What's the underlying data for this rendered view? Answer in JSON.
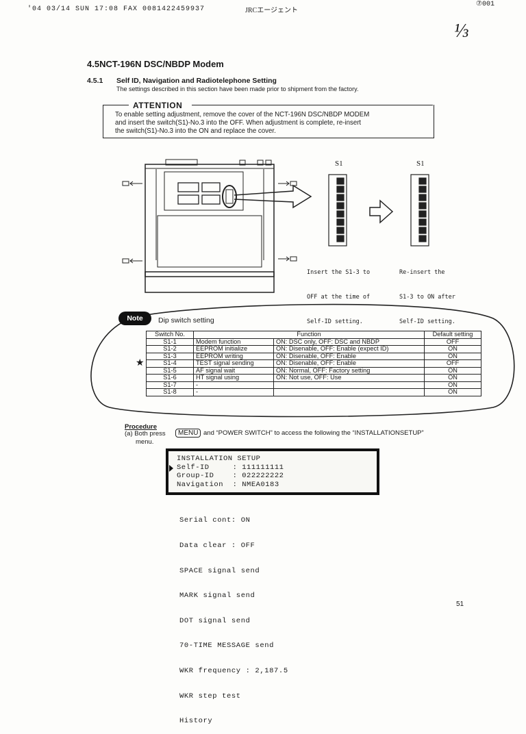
{
  "fax_header": {
    "left": "'04 03/14 SUN 17:08 FAX 0081422459937",
    "middle": "JRCエージェント",
    "right": "⑦001"
  },
  "page_mark": "⅓",
  "section": {
    "title": "4.5NCT-196N DSC/NBDP Modem",
    "sub_number": "4.5.1",
    "sub_title": "Self ID, Navigation and Radiotelephone Setting",
    "intro": "The settings described in this section have been made prior to shipment from the factory."
  },
  "attention": {
    "title": "ATTENTION",
    "lines": [
      "To enable setting adjustment, remove the cover of the NCT-196N DSC/NBDP MODEM",
      "and insert the switch(S1)-No.3 into the OFF. When adjustment is complete, re-insert",
      "the switch(S1)-No.3 into the ON and replace the cover."
    ]
  },
  "diagram": {
    "s1_left": "S1",
    "s1_right": "S1",
    "caption_left": [
      "Insert the S1-3 to",
      "OFF at the time of",
      "Self-ID setting."
    ],
    "caption_right": [
      "Re-insert the",
      "S1-3 to ON after",
      "Self-ID setting."
    ]
  },
  "note": {
    "badge": "Note",
    "title": "Dip switch setting",
    "star": "★",
    "headers": [
      "Switch No.",
      "Function",
      "Default setting"
    ],
    "rows": [
      {
        "sw": "S1-1",
        "name": "Modem function",
        "desc": "ON: DSC only, OFF: DSC and NBDP",
        "def": "OFF"
      },
      {
        "sw": "S1-2",
        "name": "EEPROM initialize",
        "desc": "ON: Disenable, OFF: Enable (expect ID)",
        "def": "ON"
      },
      {
        "sw": "S1-3",
        "name": "EEPROM writing",
        "desc": "ON: Disenable, OFF: Enable",
        "def": "ON"
      },
      {
        "sw": "S1-4",
        "name": "TEST signal sending",
        "desc": "ON: Disenable, OFF: Enable",
        "def": "OFF"
      },
      {
        "sw": "S1-5",
        "name": "AF signal wait",
        "desc": "ON: Normal, OFF: Factory setting",
        "def": "ON"
      },
      {
        "sw": "S1-6",
        "name": "HT signal using",
        "desc": "ON: Not use, OFF: Use",
        "def": "ON"
      },
      {
        "sw": "S1-7",
        "name": "-",
        "desc": "",
        "def": "ON"
      },
      {
        "sw": "S1-8",
        "name": "-",
        "desc": "",
        "def": "ON"
      }
    ]
  },
  "procedure": {
    "title": "Procedure",
    "line1_prefix": "(a) Both press",
    "menu_key": "MENU",
    "line1_suffix": "and “POWER SWITCH” to access the following the “INSTALLATIONSETUP”",
    "line2": "menu."
  },
  "screen": {
    "lines": [
      "INSTALLATION SETUP",
      "Self-ID     : 111111111",
      "Group-ID    : 022222222",
      "Navigation  : NMEA0183"
    ]
  },
  "menu_list": [
    "Serial cont: ON",
    "Data clear : OFF",
    "SPACE signal send",
    "MARK signal send",
    "DOT signal send",
    "70-TIME MESSAGE send",
    "WKR frequency : 2,187.5",
    "WKR step test",
    "History"
  ],
  "page_number": "51"
}
